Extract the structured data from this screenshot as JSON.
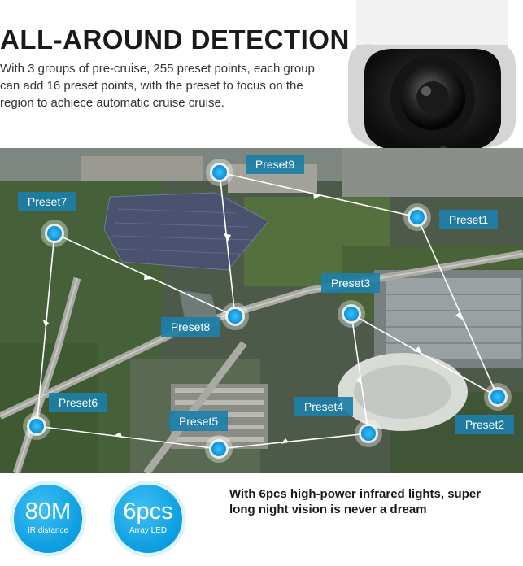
{
  "header": {
    "title": "ALL-AROUND DETECTION",
    "description": "With 3 groups of pre-cruise, 255 preset points, each group can add 16 preset points, with the preset to focus on the region to achiece automatic cruise cruise."
  },
  "presets": {
    "p1": "Preset1",
    "p2": "Preset2",
    "p3": "Preset3",
    "p4": "Preset4",
    "p5": "Preset5",
    "p6": "Preset6",
    "p7": "Preset7",
    "p8": "Preset8",
    "p9": "Preset9"
  },
  "features": {
    "ir": {
      "value": "80M",
      "caption": "IR distance"
    },
    "led": {
      "value": "6pcs",
      "caption": "Array LED"
    },
    "tagline": "With 6pcs high-power infrared lights, super long night vision is never a dream"
  },
  "colors": {
    "accent": "#0a9de0",
    "label_bg": "#1c7fa8"
  }
}
